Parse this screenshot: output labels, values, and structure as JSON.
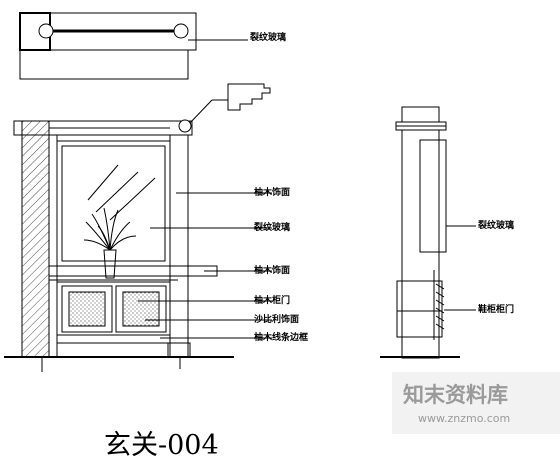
{
  "labels": {
    "top_glass": "裂纹玻璃",
    "side_glass": "裂纹玻璃",
    "side_door": "鞋柜柜门",
    "front": [
      "柚木饰面",
      "裂纹玻璃",
      "柚木饰面",
      "柚木柜门",
      "沙比利饰面",
      "柚木线条边框"
    ]
  },
  "title": "玄关-004",
  "watermark": {
    "name": "知末资料库",
    "url": "www.znzmo.com"
  },
  "colors": {
    "line": "#000000",
    "watermark": "#9a9a9a",
    "background": "#ffffff"
  }
}
